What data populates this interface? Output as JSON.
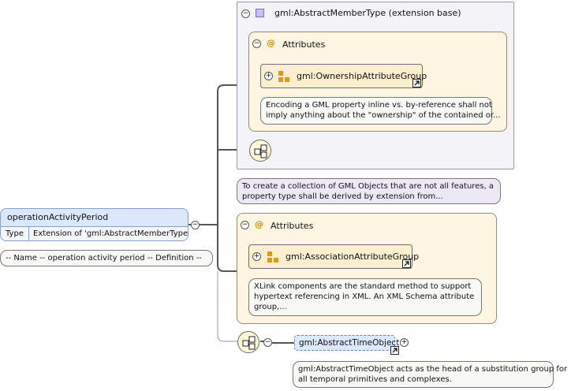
{
  "root": {
    "name": "operationActivityPeriod",
    "type_label": "Type",
    "type_value": "Extension of 'gml:AbstractMemberType'",
    "doc": "-- Name -- operation activity period -- Definition --"
  },
  "extension": {
    "title": "gml:AbstractMemberType (extension base)",
    "attributes_label": "Attributes",
    "group_name": "gml:OwnershipAttributeGroup",
    "group_doc": [
      "Encoding a GML property inline vs. by-reference shall not",
      "imply anything about the \"ownership\" of the contained or..."
    ],
    "doc": [
      "To create a collection of GML Objects that are not all features, a",
      "property type shall be derived by extension from..."
    ]
  },
  "attributes2": {
    "label": "Attributes",
    "group_name": "gml:AssociationAttributeGroup",
    "group_doc": [
      "XLink components are the standard method to support",
      "hypertext referencing in XML. An XML Schema attribute",
      "group,..."
    ]
  },
  "element": {
    "name": "gml:AbstractTimeObject",
    "doc": [
      "gml:AbstractTimeObject acts as the head of a substitution group for",
      "all temporal primitives and complexes."
    ]
  },
  "colors": {
    "connector": "#555555",
    "group_icon": "#e09a10",
    "at_sign": "#d48a00"
  }
}
